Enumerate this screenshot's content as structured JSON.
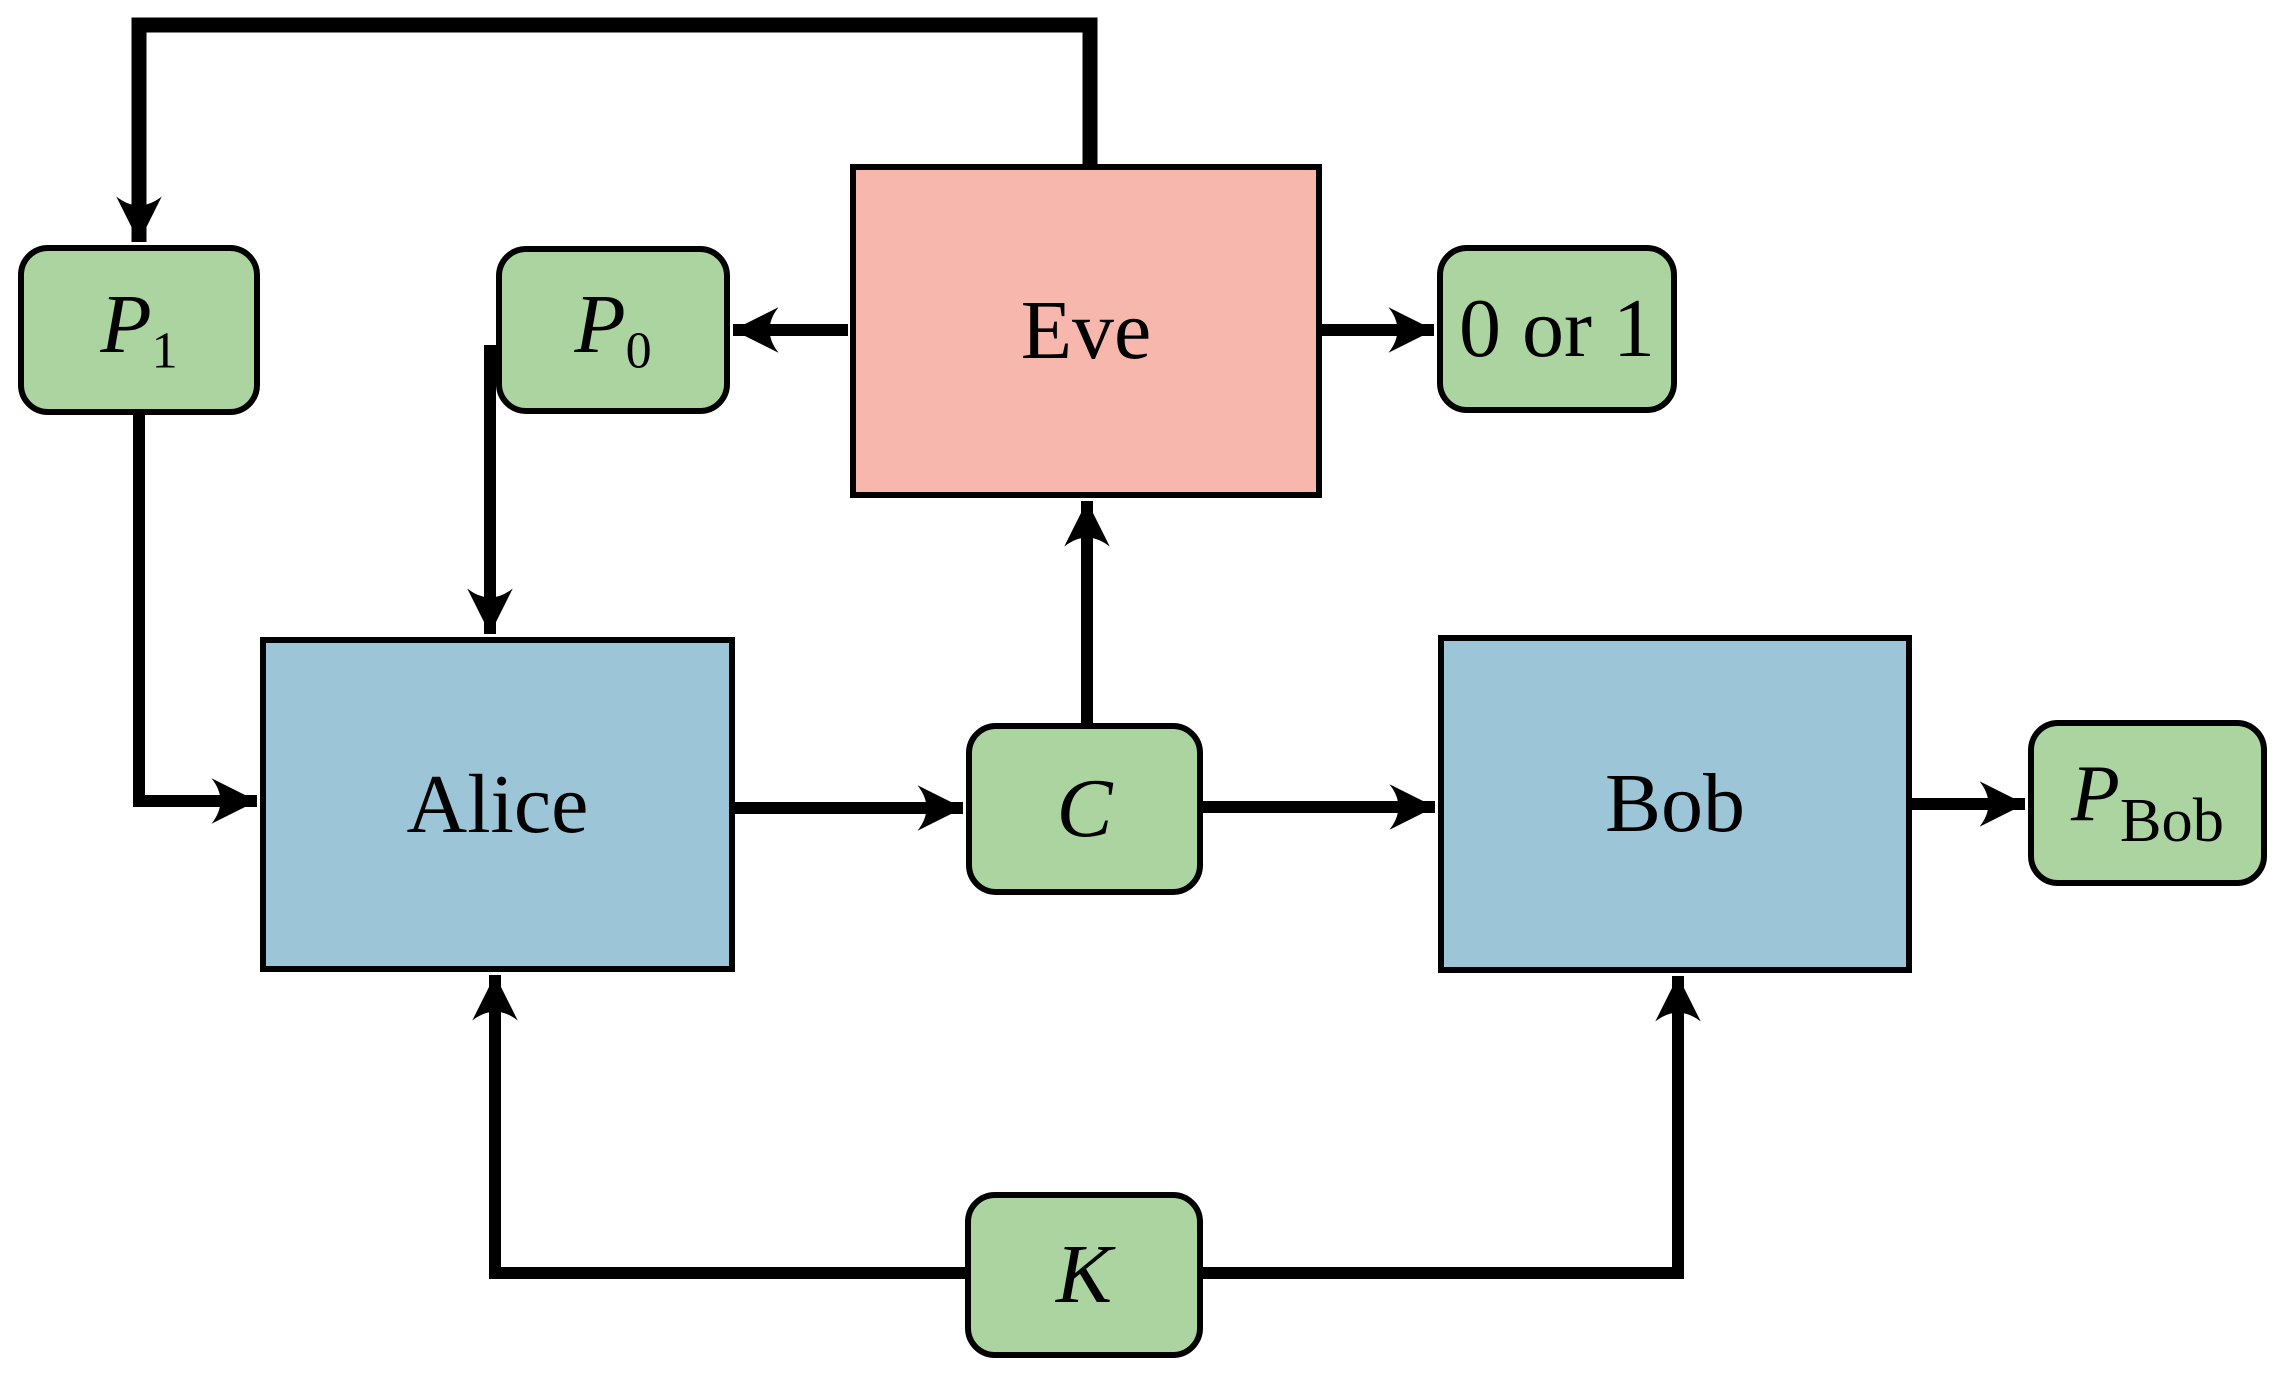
{
  "diagram": {
    "kind": "block-diagram",
    "topic": "Alice-Bob-Eve encryption attack model"
  },
  "nodes": {
    "p1": {
      "text": "P",
      "sub": "1"
    },
    "p0": {
      "text": "P",
      "sub": "0"
    },
    "eve": {
      "text": "Eve"
    },
    "guess": {
      "text": "0 or 1"
    },
    "alice": {
      "text": "Alice"
    },
    "c": {
      "text": "C"
    },
    "bob": {
      "text": "Bob"
    },
    "pbob": {
      "text": "P",
      "sub": "Bob"
    },
    "k": {
      "text": "K"
    }
  },
  "edges": [
    {
      "from": "eve",
      "to": "p1",
      "route": "up-over-top"
    },
    {
      "from": "eve",
      "to": "p0"
    },
    {
      "from": "eve",
      "to": "guess"
    },
    {
      "from": "p0",
      "to": "alice"
    },
    {
      "from": "p1",
      "to": "alice",
      "route": "down-then-right"
    },
    {
      "from": "alice",
      "to": "c"
    },
    {
      "from": "c",
      "to": "eve"
    },
    {
      "from": "c",
      "to": "bob"
    },
    {
      "from": "bob",
      "to": "pbob"
    },
    {
      "from": "k",
      "to": "alice",
      "route": "left-then-up"
    },
    {
      "from": "k",
      "to": "bob",
      "route": "right-then-up"
    }
  ],
  "colors": {
    "node_green": "#abd4a0",
    "node_blue": "#9cc6d8",
    "node_pink": "#f8b7ac",
    "line": "#000000"
  }
}
